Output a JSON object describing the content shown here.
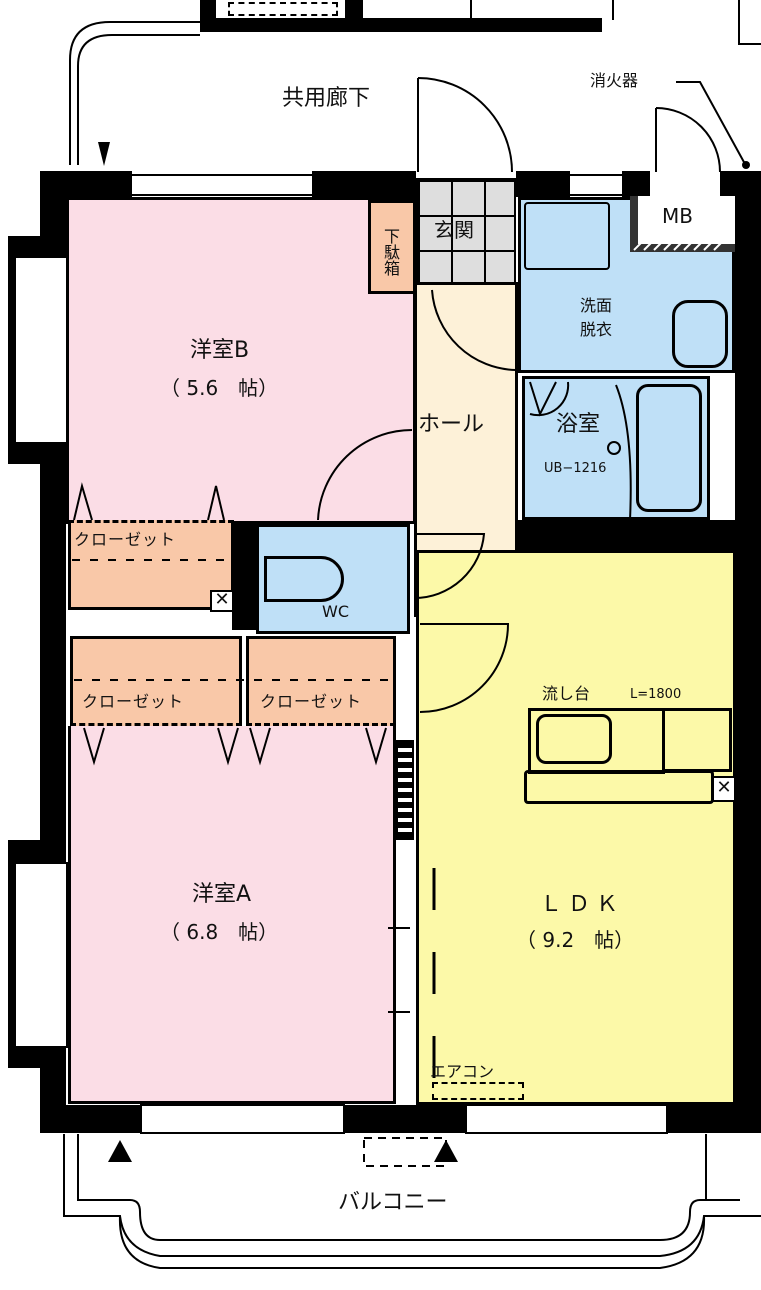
{
  "plan": {
    "colors": {
      "western_room": "#fbdde6",
      "closet": "#f9c8a8",
      "water_area": "#bfe0f7",
      "hall": "#fdf1d8",
      "entrance": "#dedede",
      "ldk": "#fcf9a8",
      "wall": "#000000"
    },
    "corridor": {
      "label": "共用廊下"
    },
    "fire_extinguisher": {
      "label": "消火器"
    },
    "meter_box": {
      "label": "MB"
    },
    "rooms": {
      "room_b": {
        "name": "洋室B",
        "size": "（ 5.6　帖）"
      },
      "room_a": {
        "name": "洋室A",
        "size": "（ 6.8　帖）"
      },
      "ldk": {
        "name": "ＬＤＫ",
        "size": "（ 9.2　帖）"
      },
      "hall": {
        "name": "ホール"
      },
      "entrance": {
        "name": "玄関"
      },
      "shoe_box": {
        "name": "下駄箱"
      },
      "washroom": {
        "line1": "洗面",
        "line2": "脱衣"
      },
      "bathroom": {
        "name": "浴室",
        "model": "UB−1216"
      },
      "wc": {
        "name": "WC"
      },
      "closet_b": {
        "name": "クローゼット"
      },
      "closet_a1": {
        "name": "クローゼット"
      },
      "closet_a2": {
        "name": "クローゼット"
      },
      "kitchen": {
        "name": "流し台",
        "length": "L=1800"
      },
      "aircon": {
        "name": "エアコン"
      }
    },
    "balcony": {
      "label": "バルコニー"
    }
  }
}
